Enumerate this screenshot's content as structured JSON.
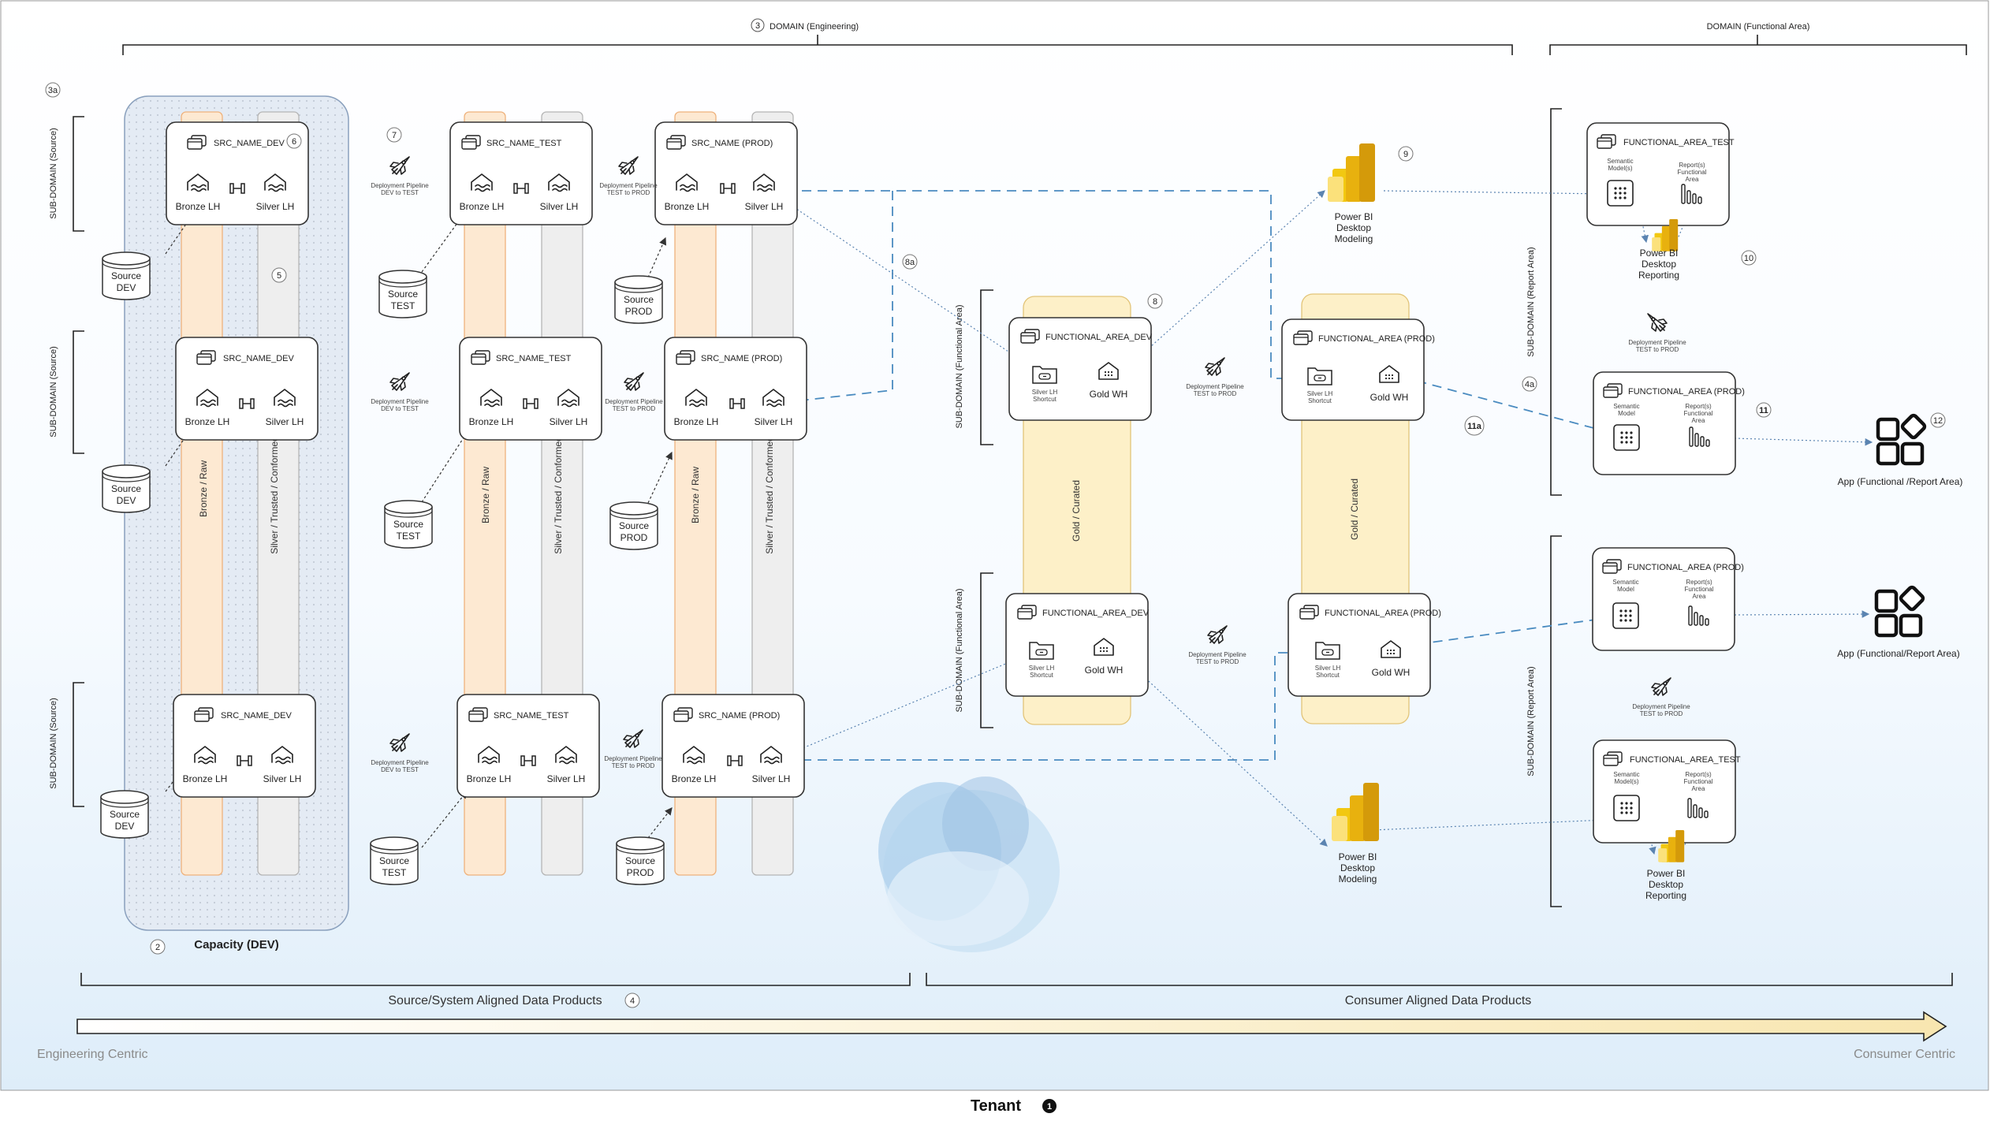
{
  "domains": {
    "engineering": {
      "badge": "3",
      "label": "DOMAIN (Engineering)"
    },
    "functional": {
      "label": "DOMAIN (Functional Area)"
    }
  },
  "badges": {
    "b3a": "3a",
    "b2": "2",
    "b5": "5",
    "b6": "6",
    "b7": "7",
    "b8": "8",
    "b8a": "8a",
    "b9": "9",
    "b10": "10",
    "b11": "11",
    "b11a": "11a",
    "b4": "4",
    "b4a": "4a",
    "b12": "12",
    "tenant": "1"
  },
  "capacity": "Capacity (DEV)",
  "subdomains": {
    "source": "SUB-DOMAIN (Source)",
    "functional": "SUB-DOMAIN (Functional Area)",
    "report": "SUB-DOMAIN (Report Area)"
  },
  "columns": {
    "bronze": "Bronze / Raw",
    "silver": "Silver / Trusted / Conformed",
    "gold": "Gold / Curated"
  },
  "src_titles": {
    "dev": "SRC_NAME_DEV",
    "test": "SRC_NAME_TEST",
    "prod": "SRC_NAME (PROD)"
  },
  "lakehouse": {
    "bronze": "Bronze LH",
    "silver": "Silver LH"
  },
  "sources": {
    "dev": [
      "Source",
      "DEV"
    ],
    "test": [
      "Source",
      "TEST"
    ],
    "prod": [
      "Source",
      "PROD"
    ]
  },
  "pipelines": {
    "dev_test": [
      "Deployment Pipeline",
      "DEV to TEST"
    ],
    "test_prod": [
      "Deployment Pipeline",
      "TEST to PROD"
    ]
  },
  "functional": {
    "dev": "FUNCTIONAL_AREA_DEV",
    "prod": "FUNCTIONAL_AREA (PROD)",
    "test": "FUNCTIONAL_AREA_TEST",
    "shortcut": [
      "Silver LH",
      "Shortcut"
    ],
    "gold_wh": "Gold WH"
  },
  "reports": {
    "semantic_models": [
      "Semantic",
      "Model(s)"
    ],
    "semantic_model": [
      "Semantic",
      "Model"
    ],
    "report_fa": [
      "Report(s)",
      "Functional",
      "Area"
    ]
  },
  "powerbi": {
    "modeling": [
      "Power BI",
      "Desktop",
      "Modeling"
    ],
    "reporting": [
      "Power BI",
      "Desktop",
      "Reporting"
    ]
  },
  "app": "App (Functional /Report Area)",
  "app2": "App (Functional/Report Area)",
  "bottom": {
    "source_aligned": "Source/System Aligned Data Products",
    "consumer_aligned": "Consumer Aligned Data Products",
    "engineering_centric": "Engineering Centric",
    "consumer_centric": "Consumer Centric",
    "tenant": "Tenant"
  },
  "colors": {
    "bronze": "#fde9d2",
    "silver": "#eeeeee",
    "gold": "#fdf0c8",
    "connector": "#4a8bc0",
    "powerbi": "#f2c811"
  }
}
